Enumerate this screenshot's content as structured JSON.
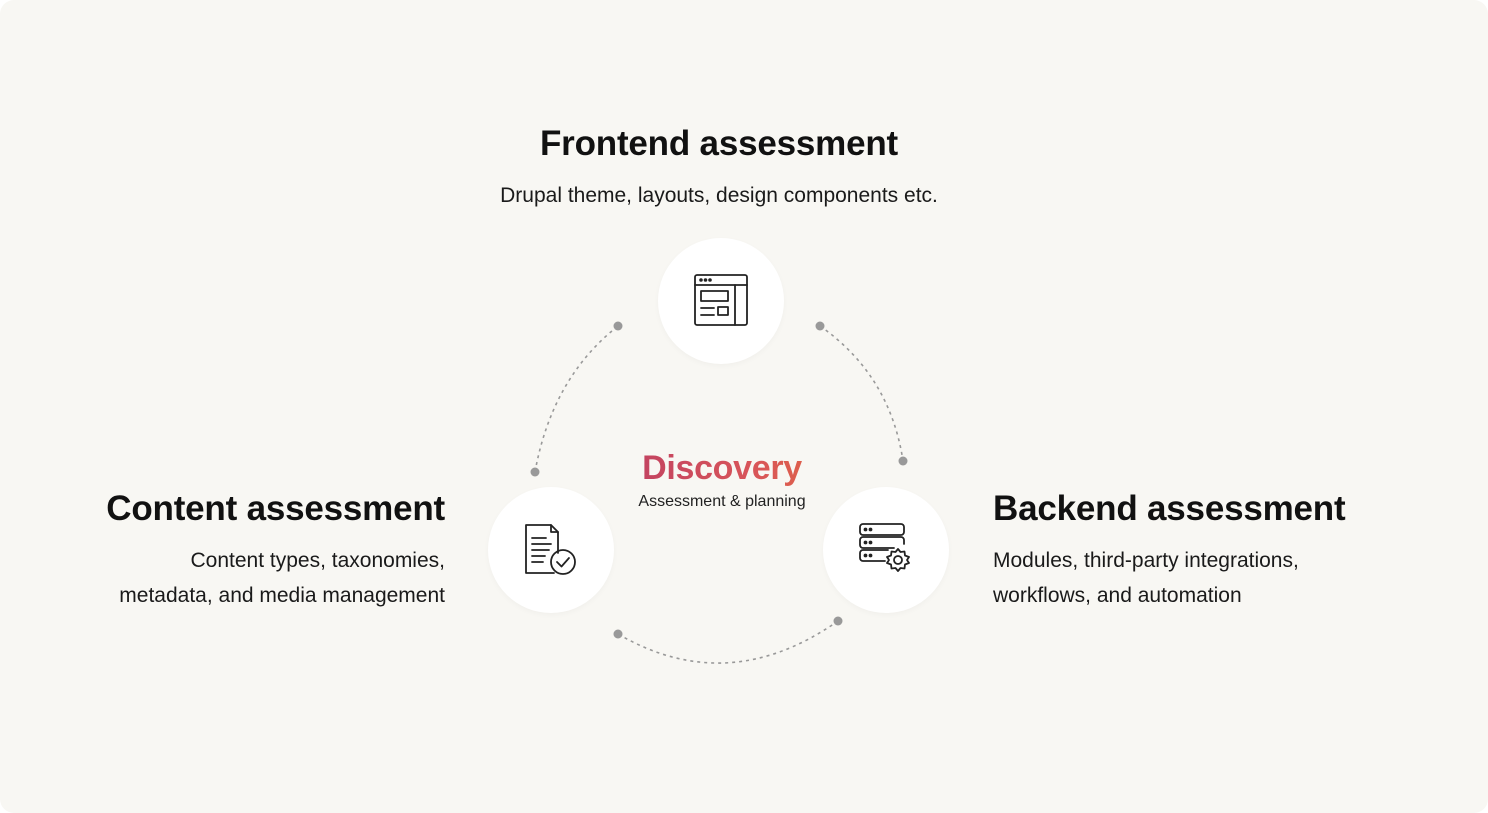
{
  "diagram": {
    "center": {
      "title": "Discovery",
      "subtitle": "Assessment & planning"
    },
    "stages": {
      "frontend": {
        "title": "Frontend assessment",
        "description": "Drupal theme, layouts, design components etc.",
        "icon": "browser-layout-icon"
      },
      "content": {
        "title": "Content assessment",
        "description": "Content types, taxonomies,\nmetadata, and media management",
        "icon": "document-check-icon"
      },
      "backend": {
        "title": "Backend assessment",
        "description": "Modules, third-party integrations,\nworkflows, and automation",
        "icon": "server-gear-icon"
      }
    },
    "colors": {
      "background": "#f8f7f3",
      "node_fill": "#ffffff",
      "connector": "#999999",
      "accent_start": "#b83a63",
      "accent_end": "#e36a3e",
      "text": "#111111"
    }
  }
}
